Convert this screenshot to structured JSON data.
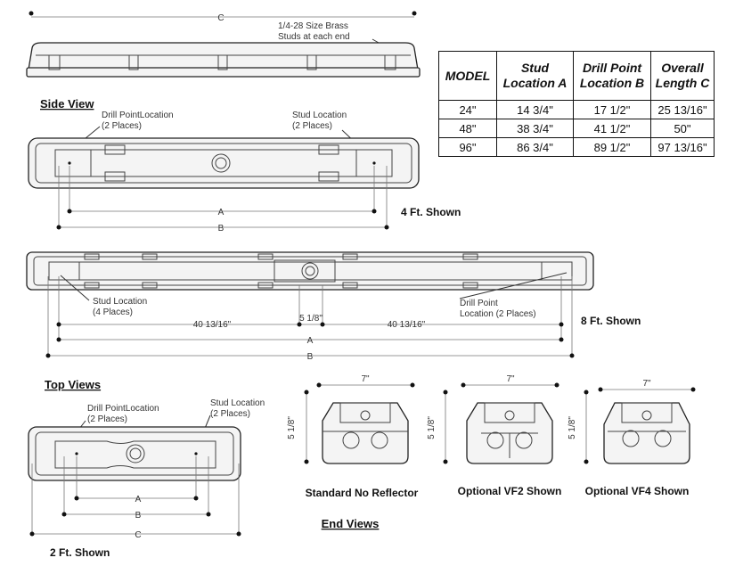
{
  "side_view": {
    "title": "Side View",
    "dim_c": "C",
    "stud_note_1": "1/4-28 Size Brass",
    "stud_note_2": "Studs at each end"
  },
  "spec_table": {
    "headers": [
      [
        "MODEL"
      ],
      [
        "Stud",
        "Location A"
      ],
      [
        "Drill Point",
        "Location B"
      ],
      [
        "Overall",
        "Length C"
      ]
    ],
    "rows": [
      [
        "24\"",
        "14 3/4\"",
        "17 1/2\"",
        "25 13/16\""
      ],
      [
        "48\"",
        "38 3/4\"",
        "41 1/2\"",
        "50\""
      ],
      [
        "96\"",
        "86 3/4\"",
        "89 1/2\"",
        "97 13/16\""
      ]
    ]
  },
  "top_4ft": {
    "drill_1": "Drill PointLocation",
    "drill_2": "(2 Places)",
    "stud_1": "Stud Location",
    "stud_2": "(2 Places)",
    "dim_a": "A",
    "dim_b": "B",
    "caption": "4 Ft. Shown"
  },
  "top_8ft": {
    "stud_1": "Stud Location",
    "stud_2": "(4 Places)",
    "drill_1": "Drill Point",
    "drill_2": "Location (2 Places)",
    "dim_left": "40 13/16\"",
    "dim_mid": "5 1/8\"",
    "dim_right": "40 13/16\"",
    "dim_a": "A",
    "dim_b": "B",
    "caption": "8 Ft. Shown"
  },
  "top_views_title": "Top Views",
  "top_2ft": {
    "drill_1": "Drill PointLocation",
    "drill_2": "(2 Places)",
    "stud_1": "Stud Location",
    "stud_2": "(2 Places)",
    "dim_a": "A",
    "dim_b": "B",
    "dim_c": "C",
    "caption": "2 Ft. Shown"
  },
  "end_views": {
    "title": "End Views",
    "items": [
      {
        "width": "7\"",
        "height": "5 1/8\"",
        "caption": "Standard No Reflector"
      },
      {
        "width": "7\"",
        "height": "5 1/8\"",
        "caption": "Optional VF2 Shown"
      },
      {
        "width": "7\"",
        "height": "5 1/8\"",
        "caption": "Optional VF4 Shown"
      }
    ]
  }
}
